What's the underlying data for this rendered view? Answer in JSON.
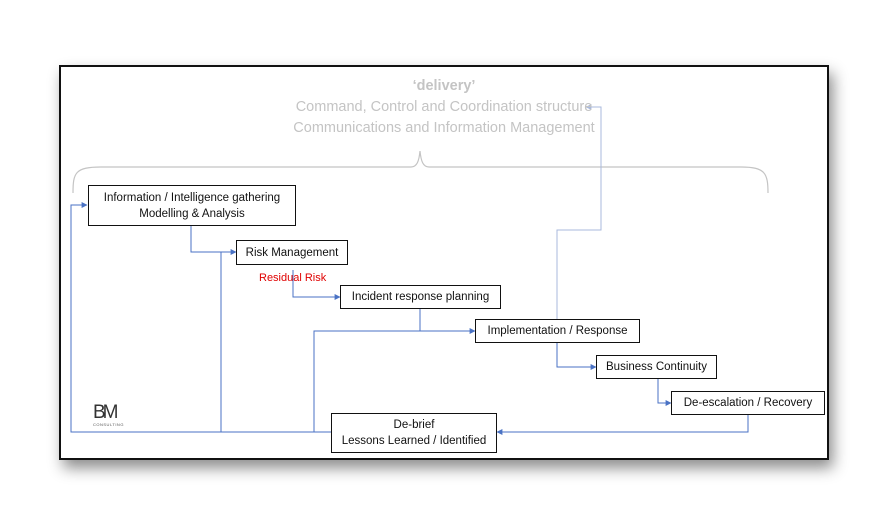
{
  "header": {
    "title": "‘delivery’",
    "line2": "Command, Control and Coordination structure",
    "line3": "Communications and Information Management"
  },
  "boxes": {
    "info_line1": "Information / Intelligence gathering",
    "info_line2": "Modelling & Analysis",
    "risk": "Risk Management",
    "incident": "Incident response planning",
    "implementation": "Implementation / Response",
    "continuity": "Business Continuity",
    "deescalation": "De-escalation / Recovery",
    "debrief_line1": "De-brief",
    "debrief_line2": "Lessons Learned / Identified"
  },
  "residual_risk": "Residual Risk",
  "logo": {
    "mark": "BM",
    "sub": "CONSULTING"
  },
  "colors": {
    "heading": "#c4c4c4",
    "connector": "#4a72c4",
    "faint_connector": "#a9b9dc",
    "residual": "#e00000"
  }
}
